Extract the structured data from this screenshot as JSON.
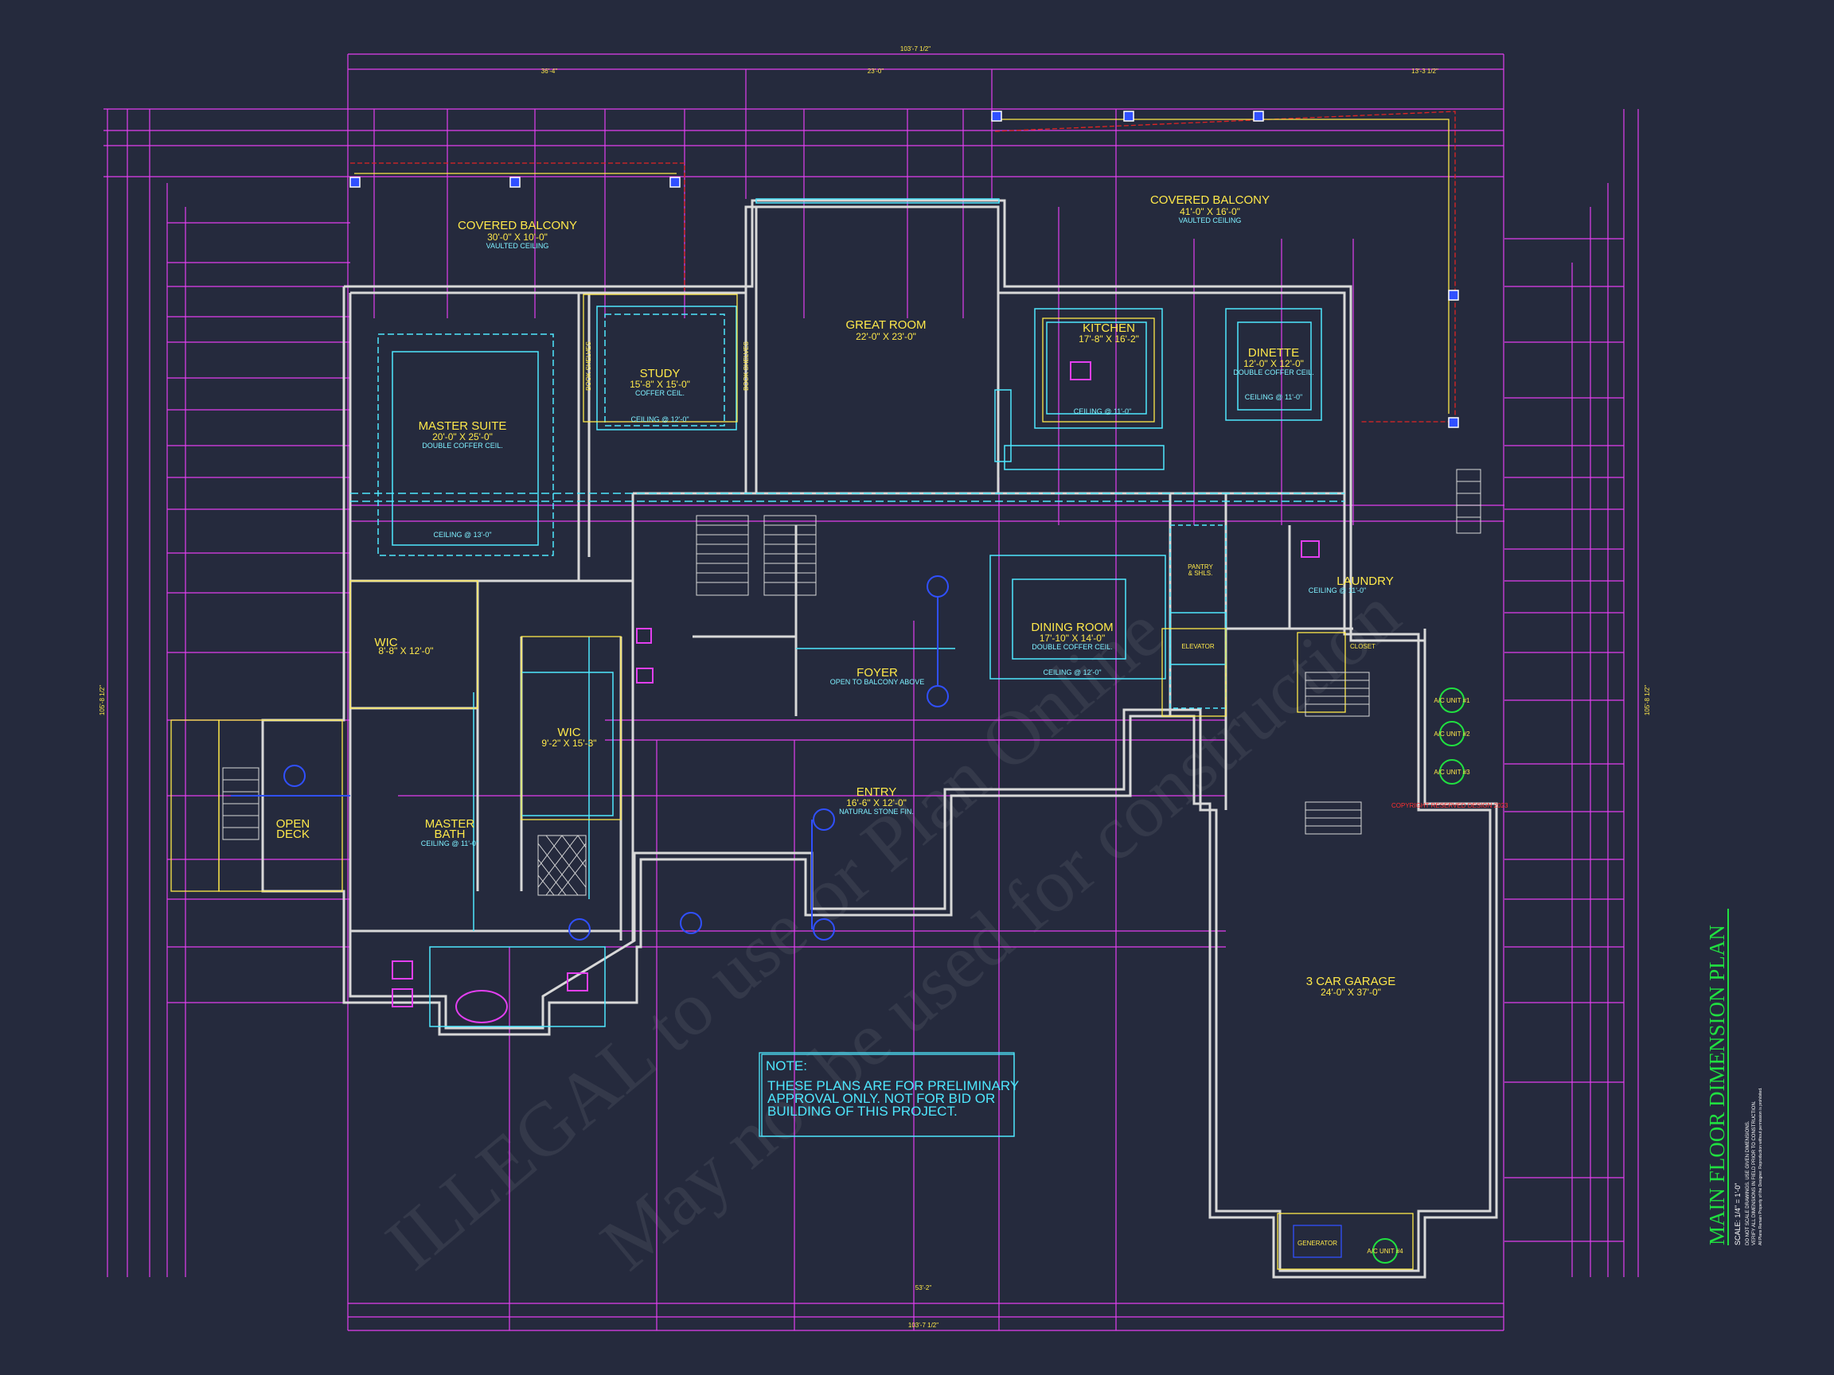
{
  "title": "MAIN FLOOR DIMENSION PLAN",
  "scale": "SCALE: 1/4\" = 1'-0\"",
  "disclaimer_lines": [
    "DO NOT SCALE DRAWINGS. USE GIVEN DIMENSIONS.",
    "VERIFY ALL DIMENSIONS IN FIELD PRIOR TO CONSTRUCTION.",
    "All Plans Remain Property of the Designer. Reproduction without permission is prohibited."
  ],
  "note": {
    "heading": "NOTE:",
    "lines": [
      "THESE PLANS ARE FOR PRELIMINARY",
      "APPROVAL ONLY. NOT FOR BID OR",
      "BUILDING OF THIS PROJECT."
    ]
  },
  "watermark_lines": [
    "ILLEGAL to use or Plan Online",
    "May not be used for construction"
  ],
  "rooms": {
    "covered_balcony_left": {
      "name": "COVERED BALCONY",
      "size": "30'-0\" X 10'-0\"",
      "note": "VAULTED CEILING"
    },
    "covered_balcony_right": {
      "name": "COVERED BALCONY",
      "size": "41'-0\" X 16'-0\"",
      "note": "VAULTED CEILING"
    },
    "great_room": {
      "name": "GREAT ROOM",
      "size": "22'-0\" X 23'-0\""
    },
    "kitchen": {
      "name": "KITCHEN",
      "size": "17'-8\" X 16'-2\"",
      "ceiling": "CEILING @ 11'-0\""
    },
    "dinette": {
      "name": "DINETTE",
      "size": "12'-0\" X 12'-0\"",
      "note": "DOUBLE COFFER CEIL.",
      "ceiling": "CEILING @ 11'-0\""
    },
    "study": {
      "name": "STUDY",
      "size": "15'-8\" X 15'-0\"",
      "note": "COFFER CEIL.",
      "ceiling": "CEILING @ 12'-0\""
    },
    "master_suite": {
      "name": "MASTER SUITE",
      "size": "20'-0\" X 25'-0\"",
      "note": "DOUBLE COFFER CEIL.",
      "ceiling": "CEILING @ 13'-0\""
    },
    "wic_left": {
      "name": "WIC",
      "size": "8'-8\" X 12'-0\""
    },
    "wic_center": {
      "name": "WIC",
      "size": "9'-2\" X 15'-3\""
    },
    "master_bath": {
      "name": "MASTER",
      "name2": "BATH",
      "ceiling": "CEILING @ 11'-0\""
    },
    "open_deck": {
      "name": "OPEN",
      "name2": "DECK"
    },
    "dining_room": {
      "name": "DINING ROOM",
      "size": "17'-10\" X 14'-0\"",
      "note": "DOUBLE COFFER CEIL.",
      "ceiling": "CEILING @ 12'-0\""
    },
    "foyer": {
      "name": "FOYER",
      "note": "OPEN TO BALCONY ABOVE"
    },
    "entry": {
      "name": "ENTRY",
      "size": "16'-6\" X 12'-0\"",
      "note": "NATURAL STONE FIN."
    },
    "laundry": {
      "name": "LAUNDRY",
      "ceiling": "CEILING @ 11'-0\""
    },
    "garage": {
      "name": "3 CAR GARAGE",
      "size": "24'-0\" X 37'-0\""
    },
    "pantry": {
      "name": "PANTRY",
      "note": "& SHLS."
    },
    "elevator": {
      "name": "ELEVATOR"
    },
    "closet": {
      "name": "CLOSET"
    },
    "generator": {
      "name": "GENERATOR"
    }
  },
  "overall_dims": {
    "top": "103'-7 1/2\"",
    "bottom": "103'-7 1/2\"",
    "left": "105'-8 1/2\"",
    "right": "105'-8 1/2\"",
    "top_segments": [
      "36'-4\"",
      "23'-0\"",
      "13'-3 1/2\""
    ],
    "bottom_mid": "53'-2\""
  },
  "fixtures": {
    "ac_units": [
      "A/C UNIT #1",
      "A/C UNIT #2",
      "A/C UNIT #3",
      "A/C UNIT #4"
    ],
    "book_shelves": "BOOK SHELVES",
    "copyright": "COPYRIGHT RESERVED DESIGN 2023"
  },
  "colors": {
    "background": "#252a3d",
    "walls": "#d8d8d8",
    "dimension": "#e23ff0",
    "cyan": "#4ee8ff",
    "yellow": "#ffe94a",
    "green": "#20e040",
    "blue": "#3050ff"
  }
}
